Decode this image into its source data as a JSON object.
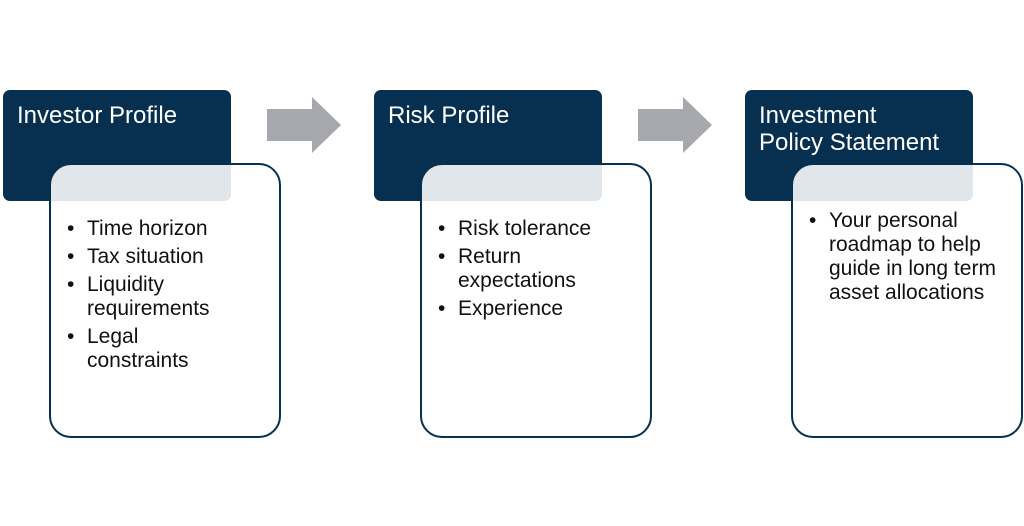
{
  "colors": {
    "header_fill": "#073050",
    "box_border": "#073050",
    "arrow_fill": "#a6a8ad"
  },
  "stages": [
    {
      "title_lines": [
        "Investor Profile"
      ],
      "items": [
        "Time horizon",
        "Tax situation",
        "Liquidity requirements",
        "Legal constraints"
      ]
    },
    {
      "title_lines": [
        "Risk Profile"
      ],
      "items": [
        "Risk tolerance",
        "Return expectations",
        "Experience"
      ]
    },
    {
      "title_lines": [
        "Investment",
        "Policy Statement"
      ],
      "items": [
        "Your personal roadmap to help guide in long term asset allocations"
      ]
    }
  ],
  "arrows": [
    "right-arrow-icon",
    "right-arrow-icon"
  ]
}
